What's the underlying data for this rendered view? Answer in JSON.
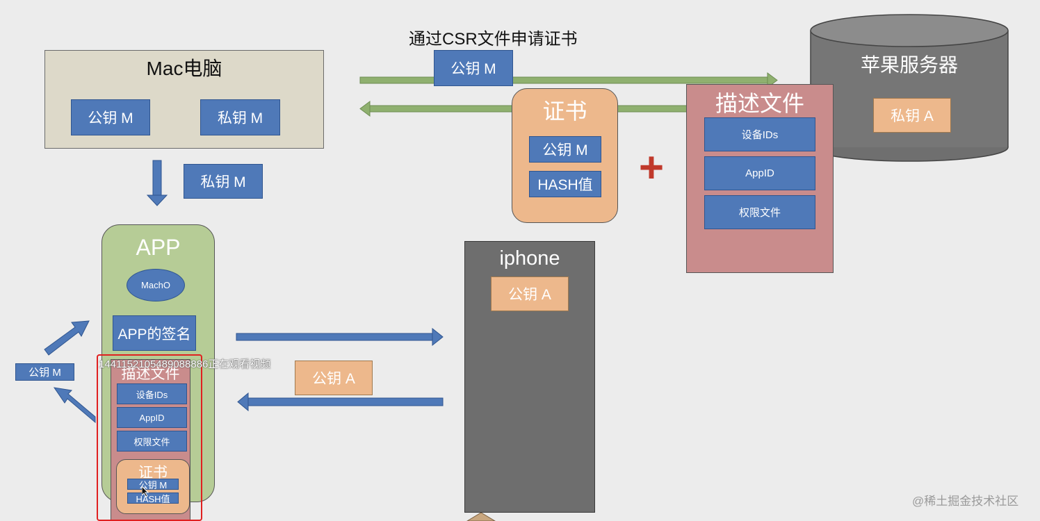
{
  "top_label": "通过CSR文件申请证书",
  "mac": {
    "title": "Mac电脑",
    "pub": "公钥 M",
    "priv": "私钥 M"
  },
  "csr_pubkey": "公钥 M",
  "priv_transfer": "私钥 M",
  "cert_top": {
    "title": "证书",
    "pub": "公钥 M",
    "hash": "HASH值"
  },
  "plus": "+",
  "apple": {
    "title": "苹果服务器",
    "priv": "私钥 A"
  },
  "profile_top": {
    "title": "描述文件",
    "items": [
      "设备IDs",
      "AppID",
      "权限文件"
    ]
  },
  "iphone": {
    "title": "iphone",
    "pub": "公钥 A"
  },
  "app": {
    "title": "APP",
    "macho": "MachO",
    "signature": "APP的签名",
    "profile": {
      "title": "描述文件",
      "items": [
        "设备IDs",
        "AppID",
        "权限文件"
      ]
    },
    "cert": {
      "title": "证书",
      "pub": "公钥 M",
      "hash": "HASH值"
    }
  },
  "side_pubkey": "公钥 M",
  "transfer_pubkey_a": "公钥 A",
  "viewer_overlay": "1441152105489088886正在观看视频",
  "watermark": "@稀土掘金技术社区",
  "colors": {
    "blue": "#4f79b8",
    "green_arrow": "#8fb06f",
    "orange": "#edb88c",
    "profile": "#c98c8c",
    "app_green": "#b6cc96",
    "gray": "#6e6e6e"
  }
}
